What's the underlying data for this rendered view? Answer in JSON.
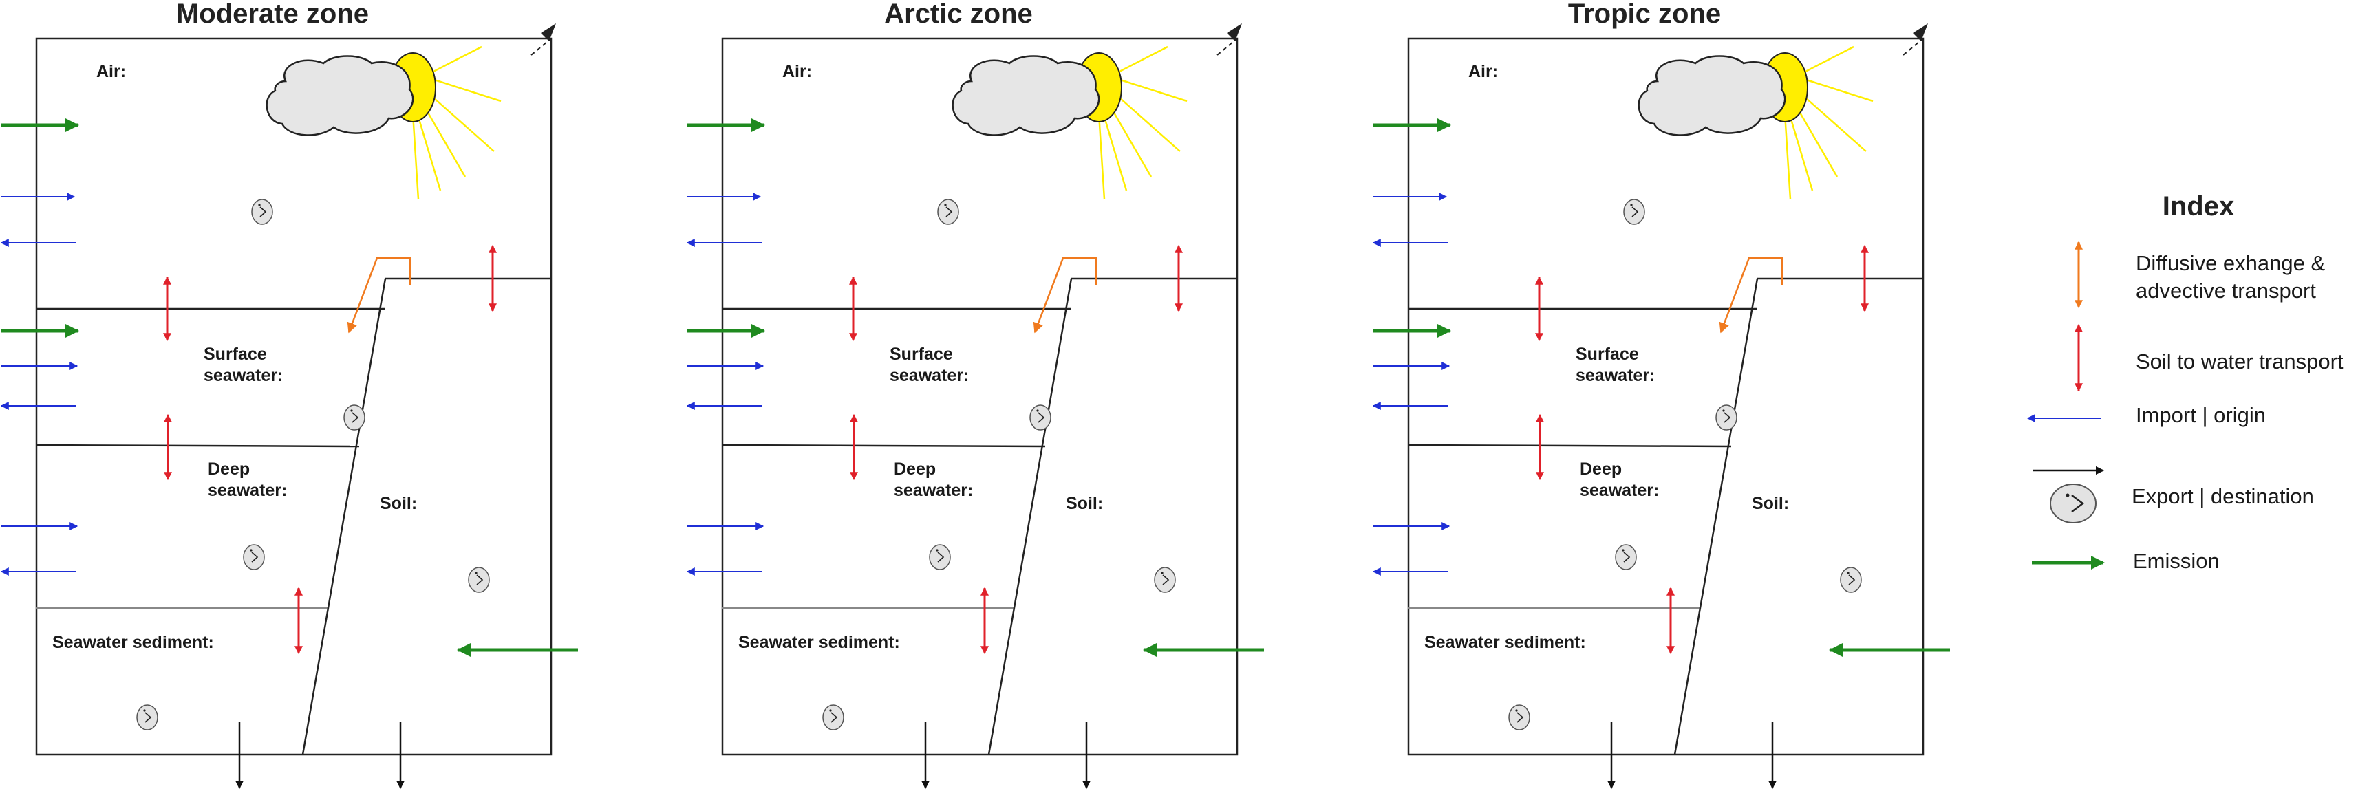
{
  "zones": [
    {
      "title": "Moderate zone"
    },
    {
      "title": "Arctic zone"
    },
    {
      "title": "Tropic zone"
    }
  ],
  "labels": {
    "air": "Air:",
    "surface_line1": "Surface",
    "surface_line2": "seawater:",
    "deep_line1": "Deep",
    "deep_line2": "seawater:",
    "soil": "Soil:",
    "sediment": "Seawater sediment:"
  },
  "legend": {
    "title": "Index",
    "diffusive_line1": "Diffusive exhange &",
    "diffusive_line2": "advective transport",
    "soil_water": "Soil to water transport",
    "import": "Import | origin",
    "export": "Export | destination",
    "emission": "Emission"
  },
  "colors": {
    "diffusive": "#f07a1e",
    "soil_water": "#e0212a",
    "import": "#1f2fd6",
    "export": "#111111",
    "emission": "#1f8a1f",
    "sun": "#ffee00",
    "cloud": "#e6e6e6"
  }
}
